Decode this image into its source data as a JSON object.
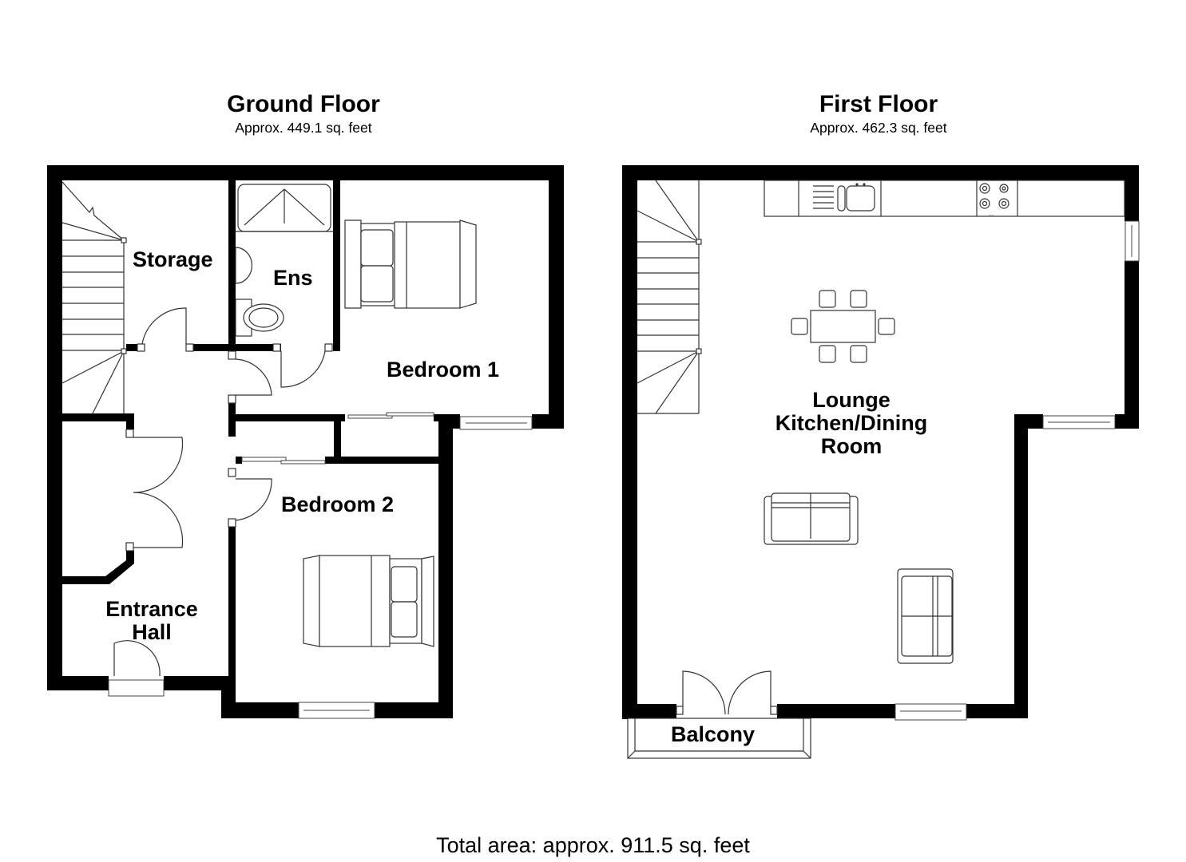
{
  "plan": {
    "ground_floor": {
      "title": "Ground Floor",
      "area": "Approx. 449.1 sq. feet",
      "rooms": [
        {
          "name": "storage",
          "label": "Storage"
        },
        {
          "name": "ensuite",
          "label": "Ens"
        },
        {
          "name": "bedroom-1",
          "label": "Bedroom 1"
        },
        {
          "name": "bedroom-2",
          "label": "Bedroom 2"
        },
        {
          "name": "entrance-hall",
          "label_line1": "Entrance",
          "label_line2": "Hall"
        }
      ],
      "fixtures": [
        "staircase",
        "shower",
        "wash-basin",
        "toilet",
        "double-bed",
        "double-bed",
        "wardrobe",
        "front-door"
      ]
    },
    "first_floor": {
      "title": "First Floor",
      "area": "Approx. 462.3 sq. feet",
      "rooms": [
        {
          "name": "lounge-kitchen-dining",
          "label_line1": "Lounge",
          "label_line2": "Kitchen/Dining",
          "label_line3": "Room"
        },
        {
          "name": "balcony",
          "label": "Balcony"
        }
      ],
      "fixtures": [
        "staircase",
        "kitchen-counter",
        "sink",
        "hob",
        "dining-table",
        "chairs",
        "sofa",
        "sofa",
        "french-doors"
      ]
    },
    "total_area": "Total area: approx. 911.5 sq. feet",
    "colors": {
      "walls": "#000000",
      "background": "#ffffff",
      "lines": "#333333"
    }
  }
}
